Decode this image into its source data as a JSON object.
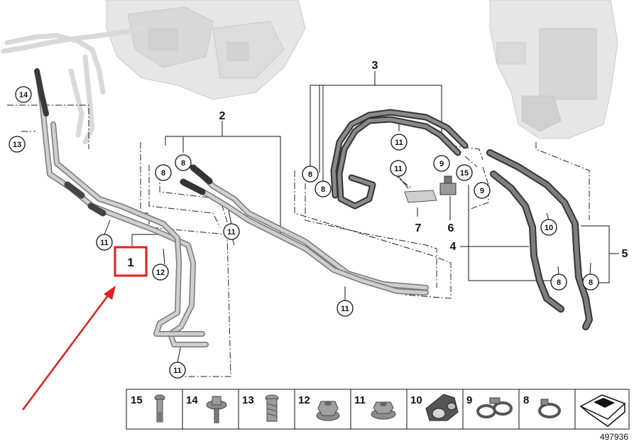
{
  "diagram": {
    "reference_number": "497936",
    "highlight_color": "#e31e1e",
    "highlighted_part": "1",
    "group_labels": {
      "p1": "1",
      "p2": "2",
      "p3": "3",
      "p4": "4",
      "p5": "5",
      "p6": "6",
      "p7": "7"
    },
    "bubbles": {
      "b14": "14",
      "b13": "13",
      "b8a": "8",
      "b8b": "8",
      "b8c": "8",
      "b8d": "8",
      "b8e": "8",
      "b8f": "8",
      "b11a": "11",
      "b11b": "11",
      "b11c": "11",
      "b11d": "11",
      "b11e": "11",
      "b11f": "11",
      "b12": "12",
      "b9a": "9",
      "b9b": "9",
      "b15": "15",
      "b10": "10"
    },
    "legend": [
      {
        "number": "15",
        "icon": "bolt-icon"
      },
      {
        "number": "14",
        "icon": "collar-screw-icon"
      },
      {
        "number": "13",
        "icon": "rivet-nut-icon"
      },
      {
        "number": "12",
        "icon": "hex-nut-icon"
      },
      {
        "number": "11",
        "icon": "flange-nut-icon"
      },
      {
        "number": "10",
        "icon": "pipe-clip-icon"
      },
      {
        "number": "9",
        "icon": "double-clamp-icon"
      },
      {
        "number": "8",
        "icon": "hose-clamp-icon"
      }
    ]
  }
}
